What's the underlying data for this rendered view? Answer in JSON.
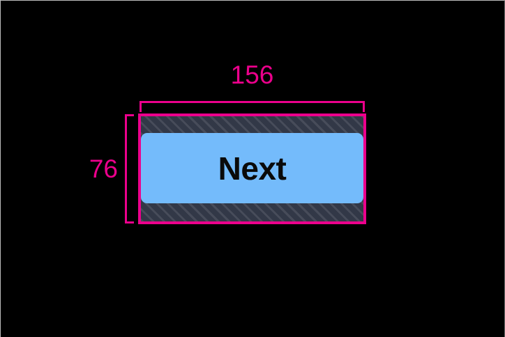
{
  "overlay": {
    "accent_color": "#ec008c",
    "background_color": "#000000",
    "measurements": {
      "width_label": "156",
      "height_label": "76"
    }
  },
  "element": {
    "type": "button",
    "label": "Next",
    "content_color": "#74bbfb",
    "padding_color": "#323847",
    "text_color": "#0a0a0a"
  }
}
